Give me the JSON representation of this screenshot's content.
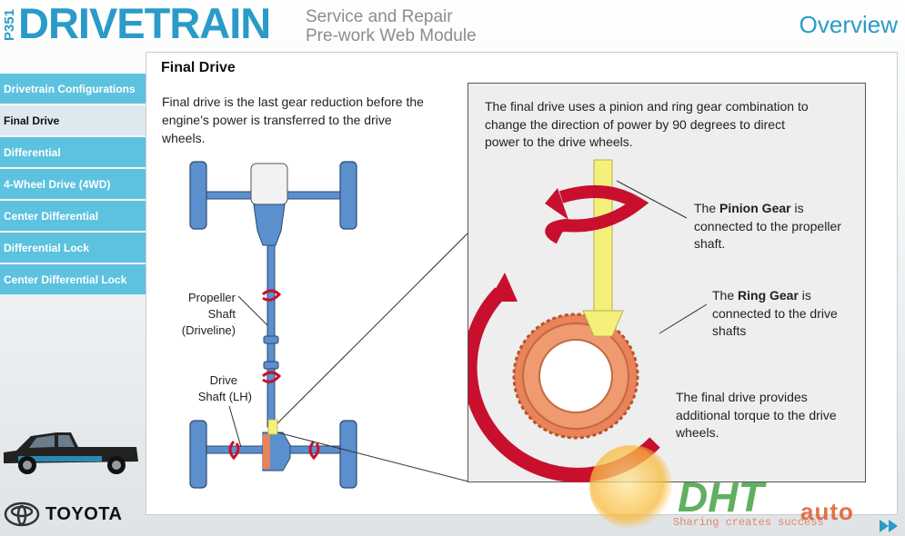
{
  "header": {
    "course_code": "P351",
    "title": "DRIVETRAIN",
    "subtitle_line1": "Service and Repair",
    "subtitle_line2": "Pre-work Web Module",
    "section": "Overview"
  },
  "sidebar": {
    "items": [
      {
        "label": "Drivetrain Configurations"
      },
      {
        "label": "Final Drive"
      },
      {
        "label": "Differential"
      },
      {
        "label": "4-Wheel Drive (4WD)"
      },
      {
        "label": "Center Differential"
      },
      {
        "label": "Differential Lock"
      },
      {
        "label": "Center Differential Lock"
      }
    ],
    "active_index": 1
  },
  "main": {
    "title": "Final Drive",
    "intro": "Final drive is the last gear reduction before the engine’s power is transferred to the drive wheels.",
    "diagram_labels": {
      "propeller_line1": "Propeller",
      "propeller_line2": "Shaft",
      "propeller_line3": "(Driveline)",
      "drive_line1": "Drive",
      "drive_line2": "Shaft (LH)"
    },
    "callout": {
      "text": "The final drive uses a pinion and ring gear combination to change the direction of power by 90 degrees to direct power to the drive wheels.",
      "pinion_pre": "The ",
      "pinion_bold": "Pinion Gear",
      "pinion_post": " is connected to the propeller shaft.",
      "ring_pre": "The ",
      "ring_bold": "Ring Gear",
      "ring_post": " is connected to the drive shafts",
      "torque": "The final drive provides additional torque to the drive wheels."
    }
  },
  "footer": {
    "brand": "TOYOTA"
  },
  "watermark": {
    "line1": "DHT",
    "line2": "auto",
    "tagline": "Sharing creates success"
  },
  "colors": {
    "accent": "#2a9bc8",
    "nav_bg": "#5cc2e0",
    "nav_active_bg": "#dde9ef",
    "shaft_blue": "#5b8fce",
    "rotation_red": "#c8102e",
    "pinion_yellow": "#f4f07a",
    "ring_orange": "#e8835a"
  }
}
